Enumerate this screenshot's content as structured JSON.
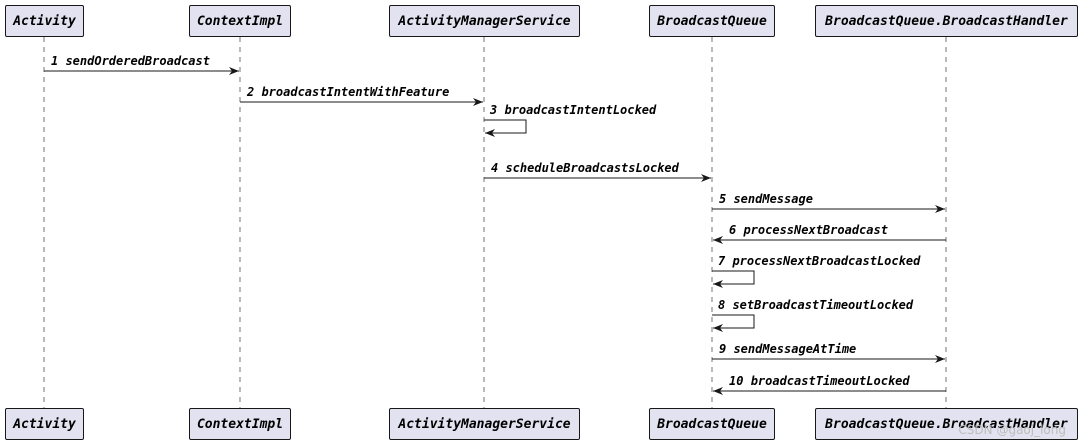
{
  "participants": [
    {
      "id": "activity",
      "label": "Activity"
    },
    {
      "id": "contextimpl",
      "label": "ContextImpl"
    },
    {
      "id": "ams",
      "label": "ActivityManagerService"
    },
    {
      "id": "bq",
      "label": "BroadcastQueue"
    },
    {
      "id": "handler",
      "label": "BroadcastQueue.BroadcastHandler"
    }
  ],
  "messages": [
    {
      "num": "1",
      "text": "sendOrderedBroadcast",
      "from": "activity",
      "to": "contextimpl"
    },
    {
      "num": "2",
      "text": "broadcastIntentWithFeature",
      "from": "contextimpl",
      "to": "ams"
    },
    {
      "num": "3",
      "text": "broadcastIntentLocked",
      "from": "ams",
      "to": "ams"
    },
    {
      "num": "4",
      "text": "scheduleBroadcastsLocked",
      "from": "ams",
      "to": "bq"
    },
    {
      "num": "5",
      "text": "sendMessage",
      "from": "bq",
      "to": "handler"
    },
    {
      "num": "6",
      "text": "processNextBroadcast",
      "from": "handler",
      "to": "bq"
    },
    {
      "num": "7",
      "text": "processNextBroadcastLocked",
      "from": "bq",
      "to": "bq"
    },
    {
      "num": "8",
      "text": "setBroadcastTimeoutLocked",
      "from": "bq",
      "to": "bq"
    },
    {
      "num": "9",
      "text": "sendMessageAtTime",
      "from": "bq",
      "to": "handler"
    },
    {
      "num": "10",
      "text": "broadcastTimeoutLocked",
      "from": "handler",
      "to": "bq"
    }
  ],
  "watermark": "CSDN @gaoj_long"
}
